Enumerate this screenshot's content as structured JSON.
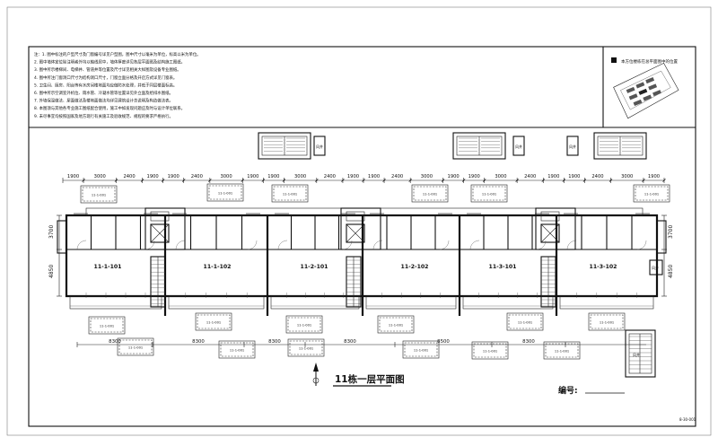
{
  "sheet": {
    "title": "11栋一层平面图",
    "number_label": "编号:",
    "drawing_code": "8-30-001"
  },
  "notes": {
    "lines": [
      "注：1. 图中标注的户型尺寸及门窗编号详见户型图，图中尺寸以毫米为单位，标高以米为单位。",
      "2. 图中墙体定位除注明者外均以轴线居中，墙体厚度详见各层平面图及结构施工图纸。",
      "3. 图中所示楼梯间、电梯井、管道井等位置及尺寸详见相关大样图及设备专业图纸。",
      "4. 图中所注门窗洞口尺寸为结构洞口尺寸，门窗立面分格及开启方式详见门窗表。",
      "5. 卫生间、厨房、阳台等有水房间楼地面均应做防水处理，并低于同层楼面标高。",
      "6. 图中所示空调室外机位、雨水管、冷凝水管等位置详见外立面及给排水图纸。",
      "7. 外墙保温做法、屋面做法及楼地面做法均详见建筑设计总说明及构造做法表。",
      "8. 本图须与其他各专业施工图纸配合使用，施工中如发现问题应及时与设计单位联系。",
      "9. 未尽事宜均按照国家及地方现行有关施工及验收规范、规程的要求严格执行。"
    ]
  },
  "keyplan": {
    "label": "本方位楼栋在总平面图中的位置"
  },
  "dimensions": {
    "top": [
      "1900",
      "3000",
      "2400",
      "1900",
      "1900",
      "2400",
      "3000",
      "1900",
      "1900",
      "3000",
      "2400",
      "1900",
      "1900",
      "2400",
      "3000",
      "1900",
      "1900",
      "3000",
      "2400",
      "1900",
      "1900",
      "2400",
      "3000",
      "1900"
    ],
    "bottom": [
      "8300",
      "8300",
      "8300",
      "8300",
      "8500",
      "8300"
    ],
    "side_top": "3700",
    "side_bottom": "4850"
  },
  "units": [
    "11-1-101",
    "11-1-102",
    "11-2-101",
    "11-2-102",
    "11-3-101",
    "11-3-102"
  ],
  "stamp_text": "11-1-001",
  "stair_label": "风井"
}
